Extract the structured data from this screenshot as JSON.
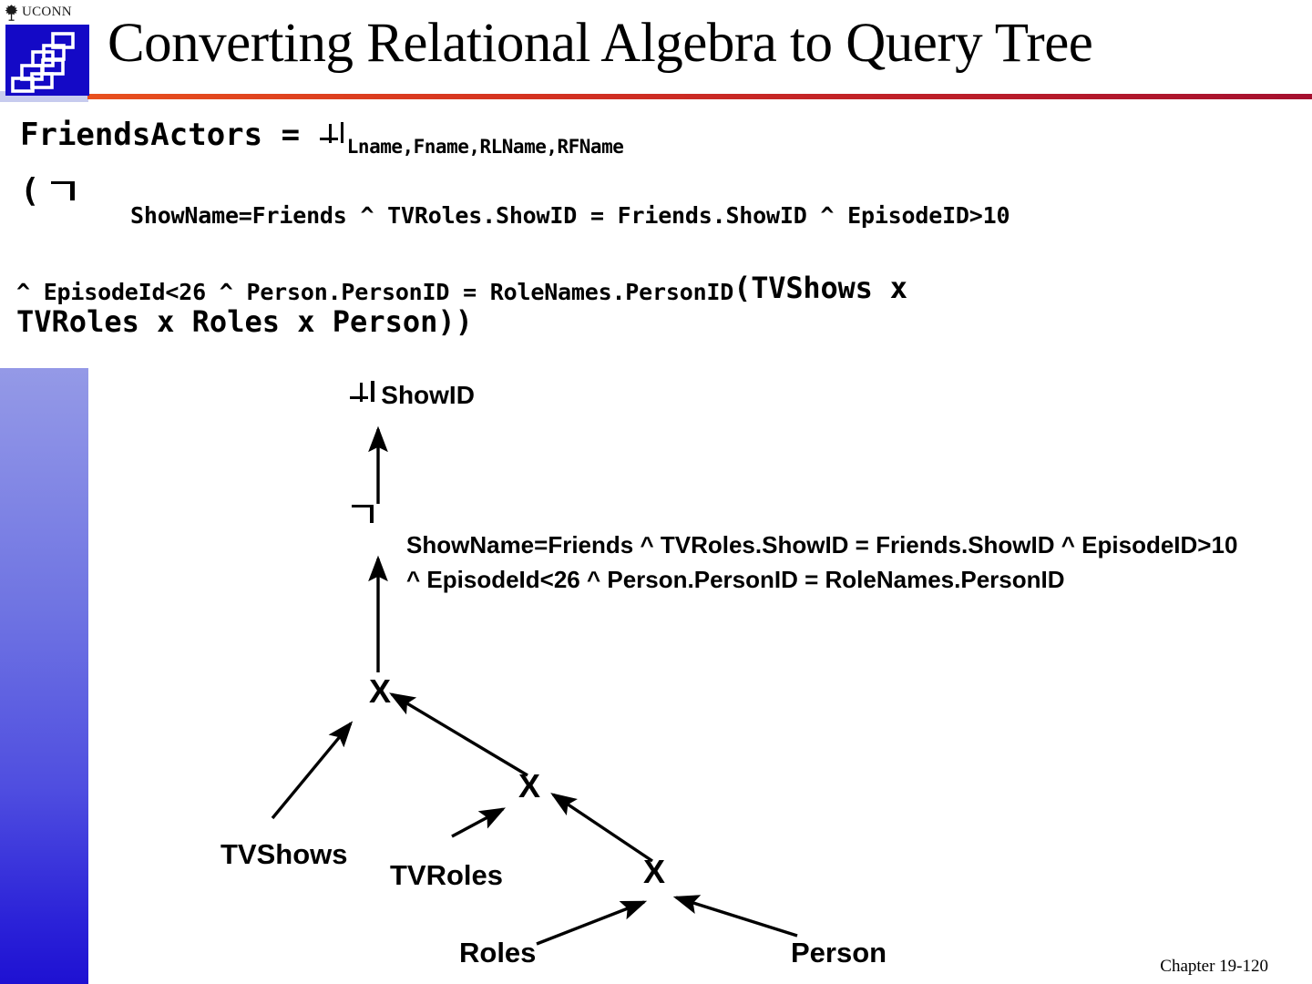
{
  "brand": {
    "wordmark": "UCONN",
    "oak_icon": "oak-tree-icon",
    "logo_icon": "blocks-staircase-logo"
  },
  "header": {
    "title": "Converting Relational Algebra to Query Tree",
    "rule_color_left": "#E8501E",
    "rule_color_right": "#A5102F"
  },
  "formula": {
    "assignment_lhs": "FriendsActors = ",
    "projection_symbol": "projection-pi-symbol",
    "projection_subscript": "Lname,Fname,RLName,RFName",
    "open_paren": "(",
    "selection_symbol": "selection-sigma-symbol",
    "condition_line1": "ShowName=Friends  ^ TVRoles.ShowID = Friends.ShowID ^ EpisodeID>10",
    "condition_line2": "^ EpisodeId<26  ^ Person.PersonID = RoleNames.PersonID",
    "relations_tail": "(TVShows x",
    "relations_line": "TVRoles x Roles x Person))"
  },
  "tree": {
    "projection_node": {
      "symbol": "projection-pi-symbol",
      "label": "ShowID"
    },
    "selection_node": {
      "symbol": "selection-sigma-symbol",
      "condition": "ShowName=Friends ^ TVRoles.ShowID = Friends.ShowID ^ EpisodeID>10 ^ EpisodeId<26 ^ Person.PersonID = RoleNames.PersonID"
    },
    "cross_product_nodes": [
      {
        "id": "x-top",
        "label": "X"
      },
      {
        "id": "x-middle",
        "label": "X"
      },
      {
        "id": "x-bottom",
        "label": "X"
      }
    ],
    "leaves": [
      {
        "id": "leaf-tvshows",
        "label": "TVShows"
      },
      {
        "id": "leaf-tvroles",
        "label": "TVRoles"
      },
      {
        "id": "leaf-roles",
        "label": "Roles"
      },
      {
        "id": "leaf-person",
        "label": "Person"
      }
    ]
  },
  "footer": {
    "chapter": "Chapter 19-120"
  },
  "sidebar": {
    "gradient_top": "#c9cdef",
    "gradient_bottom": "#1e11d2"
  }
}
